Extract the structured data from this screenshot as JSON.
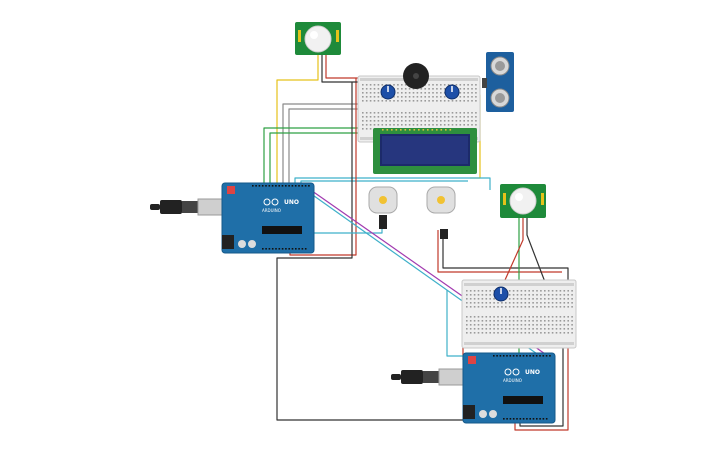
{
  "labels": {
    "uno": "UNO",
    "arduino": "ARDUINO"
  },
  "colors": {
    "arduino_board": "#1f6fa8",
    "arduino_board_dark": "#165a8a",
    "pir_board": "#1e8a3a",
    "sonar_board": "#1d5f9e",
    "breadboard": "#eeeeee",
    "lcd_screen": "#1c2a6a",
    "lcd_frame": "#2e8f3e",
    "buzzer": "#222222",
    "motor": "#e0e0e0",
    "wire_red": "#c0392b",
    "wire_black": "#333333",
    "wire_yellow": "#e5c21a",
    "wire_green": "#2ea043",
    "wire_cyan": "#3fb0c9",
    "wire_magenta": "#a23bb0",
    "wire_gray": "#8a8a8a"
  },
  "components": {
    "pir_sensors": 2,
    "ultrasonic_sensors": 1,
    "potentiometers": 3,
    "dc_motors": 2,
    "breadboards": 2,
    "arduino_boards": 2,
    "lcd_displays": 1,
    "buzzers": 1
  }
}
